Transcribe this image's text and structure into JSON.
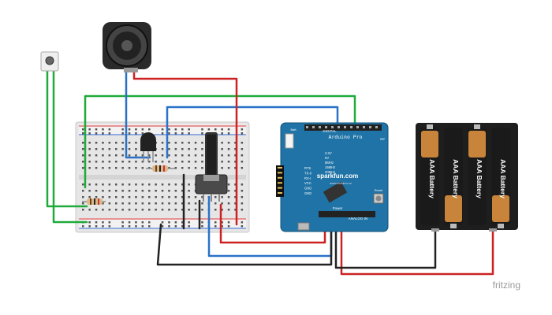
{
  "colors": {
    "wire_green": "#1faa3a",
    "wire_blue": "#2a72c8",
    "wire_red": "#cc2222",
    "wire_black": "#222222",
    "board_blue": "#1f73a6",
    "breadboard": "#e8e8e8",
    "battery_copper": "#c8843a",
    "battery_black": "#1e1e1e"
  },
  "icons": [
    "speaker-icon",
    "pushbutton-icon",
    "transistor-icon",
    "potentiometer-icon",
    "resistor-icon",
    "reset-button-icon",
    "usb-icon"
  ],
  "arduino": {
    "brand": "sparkfun.com",
    "model": "Arduino Pro",
    "site": "www.arduino.cc",
    "digital": "DIGITAL",
    "analog": "ANALOG IN",
    "power": "Power",
    "batt": "Batt",
    "reset": "Reset",
    "isp": "ISP",
    "labels": [
      "3.3V",
      "5V",
      "8MHz",
      "16MHz",
      "20MHz"
    ],
    "pins_side": [
      "RTS",
      "TX-0",
      "RX-I",
      "VCC",
      "GND",
      "GND"
    ]
  },
  "battery": {
    "cell_label": "AAA Battery"
  },
  "footer": {
    "brand": "fritzing"
  }
}
